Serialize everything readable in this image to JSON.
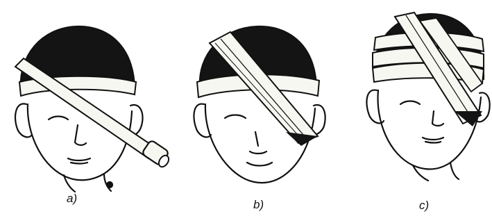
{
  "captions": {
    "a": "a)",
    "b": "b)",
    "c": "c)"
  },
  "colors": {
    "ink": "#111111",
    "paper": "#ffffff",
    "bandage": "#f7f7f2"
  }
}
